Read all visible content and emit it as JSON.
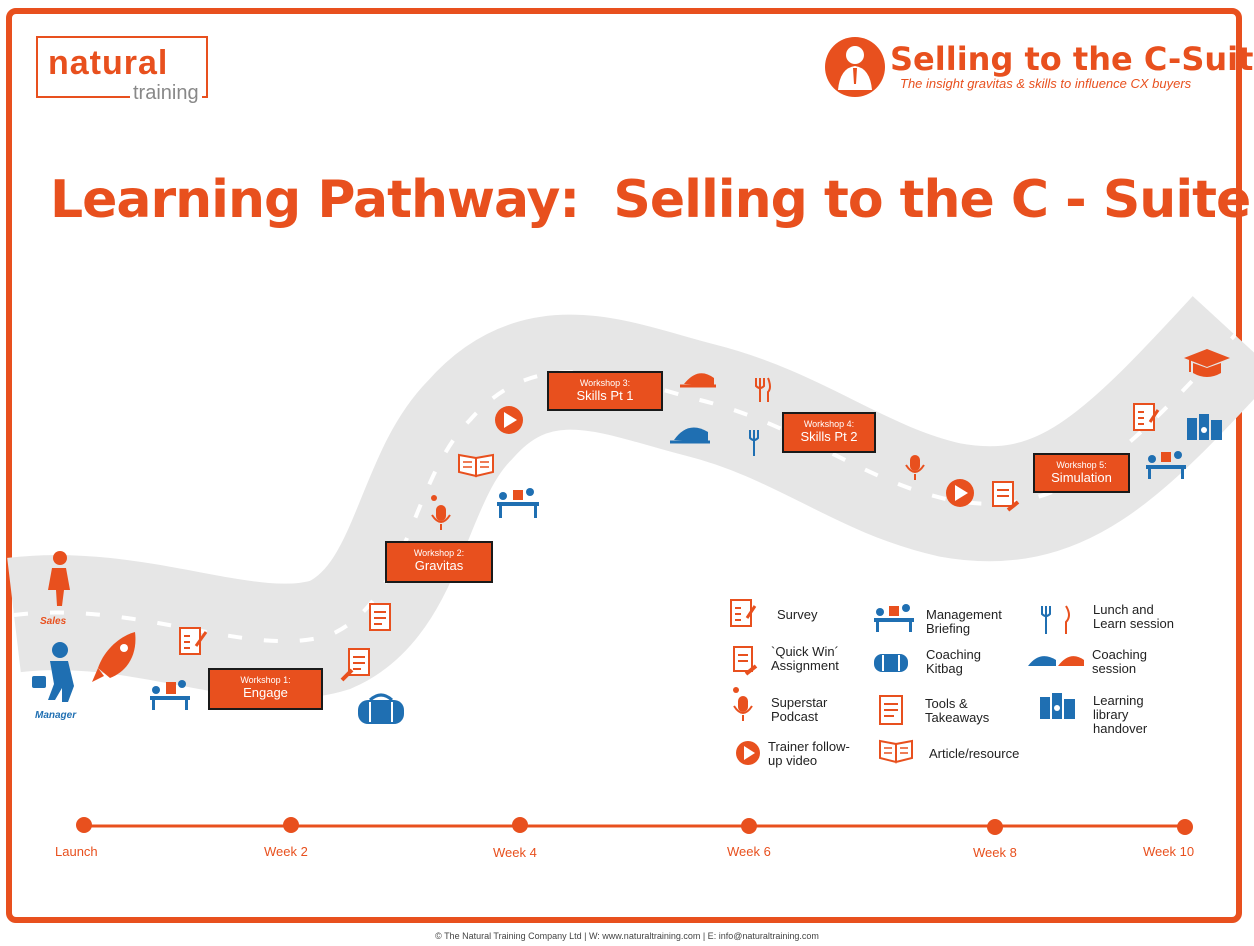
{
  "logo": {
    "word1": "natural",
    "word2": "training"
  },
  "brand": {
    "title": "Selling to the C-Suite",
    "subtitle": "The insight  gravitas & skills to influence CX buyers"
  },
  "page_title": "Learning Pathway:  Selling to the C - Suite",
  "people": {
    "sales": "Sales",
    "manager": "Manager"
  },
  "workshops": [
    {
      "num": "Workshop 1:",
      "name": "Engage"
    },
    {
      "num": "Workshop 2:",
      "name": "Gravitas"
    },
    {
      "num": "Workshop 3:",
      "name": "Skills Pt 1"
    },
    {
      "num": "Workshop 4:",
      "name": "Skills Pt 2"
    },
    {
      "num": "Workshop 5:",
      "name": "Simulation"
    }
  ],
  "legend": {
    "survey": "Survey",
    "quick_win": "`Quick Win´ Assignment",
    "podcast": "Superstar Podcast",
    "video": "Trainer follow-up video",
    "mgmt": "Management Briefing",
    "kitbag": "Coaching Kitbag",
    "tools": "Tools & Takeaways",
    "article": "Article/resource",
    "lunch": "Lunch and Learn session",
    "coaching": "Coaching session",
    "library": "Learning library handover"
  },
  "timeline": [
    "Launch",
    "Week 2",
    "Week 4",
    "Week 6",
    "Week 8",
    "Week 10"
  ],
  "footer": "© The Natural Training Company Ltd  |  W:  www.naturaltraining.com   |  E:  info@naturaltraining.com",
  "colors": {
    "accent": "#e8501e",
    "blue": "#1f6fb2",
    "road": "#e6e6e6"
  },
  "icons": [
    "rocket-icon",
    "survey-icon",
    "management-briefing-icon",
    "kitbag-icon",
    "quick-win-icon",
    "tools-icon",
    "podcast-icon",
    "article-icon",
    "video-icon",
    "coaching-cap-icon",
    "lunch-icon",
    "graduation-cap-icon",
    "library-icon"
  ]
}
